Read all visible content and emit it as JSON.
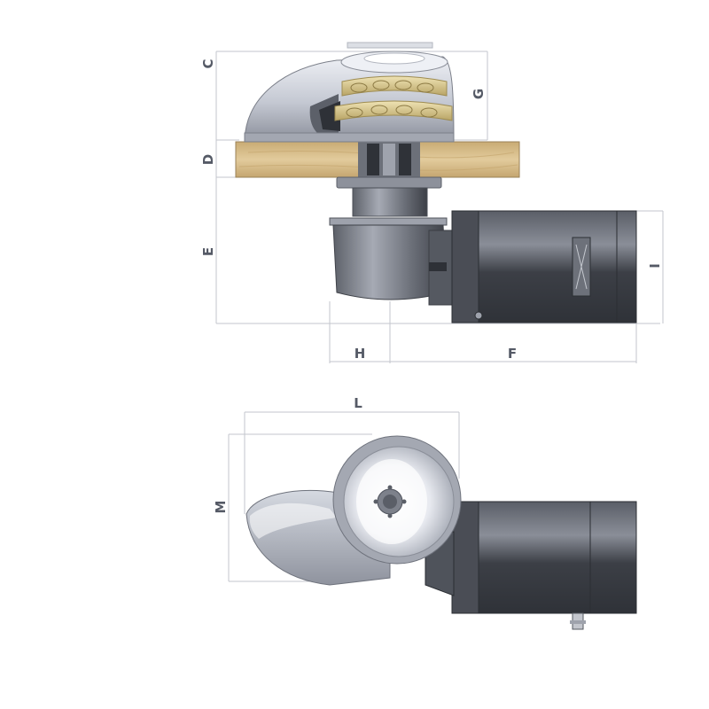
{
  "dimensions": {
    "C": "C",
    "D": "D",
    "E": "E",
    "G": "G",
    "I": "I",
    "H": "H",
    "F": "F",
    "L": "L",
    "M": "M"
  },
  "colors": {
    "background": "#ffffff",
    "metal_light": "#dfe2ea",
    "metal_mid": "#a9adb8",
    "metal_dark": "#4e525c",
    "motor_dark": "#3b3e45",
    "deck_wood": "#d8bf8e",
    "chain_gold": "#d9c88a",
    "dimension_line": "#c3c6cc",
    "label": "#555a66"
  }
}
